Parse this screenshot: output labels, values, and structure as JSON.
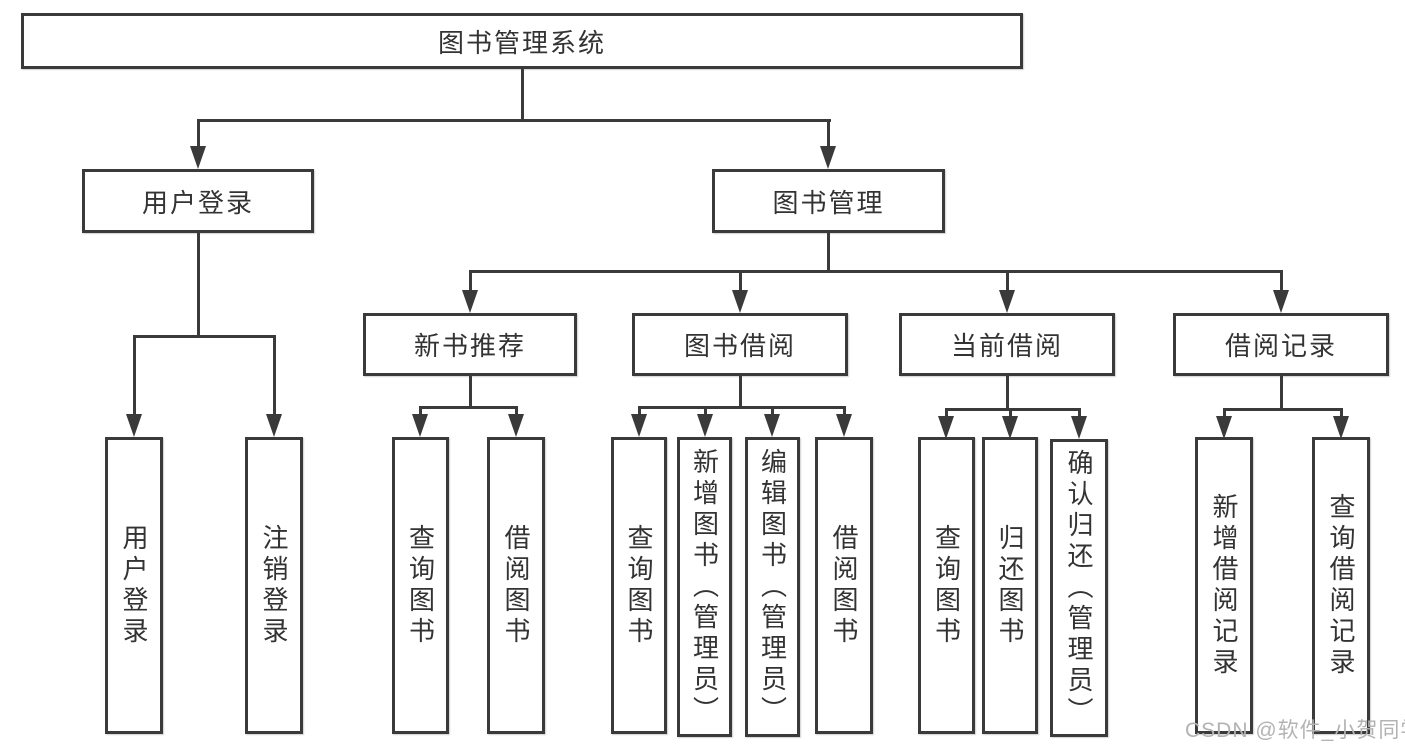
{
  "diagram": {
    "watermark": {
      "text": "CSDN @软件_小贺同学"
    },
    "colors": {
      "line": "#3a3a3a",
      "text": "#333333",
      "box_background": "#ffffff",
      "watermark": "#b3b3b3"
    },
    "tree": {
      "label": "图书管理系统",
      "children": [
        {
          "label": "用户登录",
          "children": [
            {
              "label": "用户登录"
            },
            {
              "label": "注销登录"
            }
          ]
        },
        {
          "label": "图书管理",
          "children": [
            {
              "label": "新书推荐",
              "children": [
                {
                  "label": "查询图书"
                },
                {
                  "label": "借阅图书"
                }
              ]
            },
            {
              "label": "图书借阅",
              "children": [
                {
                  "label": "查询图书"
                },
                {
                  "label": "新增图书（管理员）"
                },
                {
                  "label": "编辑图书（管理员）"
                },
                {
                  "label": "借阅图书"
                }
              ]
            },
            {
              "label": "当前借阅",
              "children": [
                {
                  "label": "查询图书"
                },
                {
                  "label": "归还图书"
                },
                {
                  "label": "确认归还（管理员）"
                }
              ]
            },
            {
              "label": "借阅记录",
              "children": [
                {
                  "label": "新增借阅记录"
                },
                {
                  "label": "查询借阅记录"
                }
              ]
            }
          ]
        }
      ]
    }
  }
}
